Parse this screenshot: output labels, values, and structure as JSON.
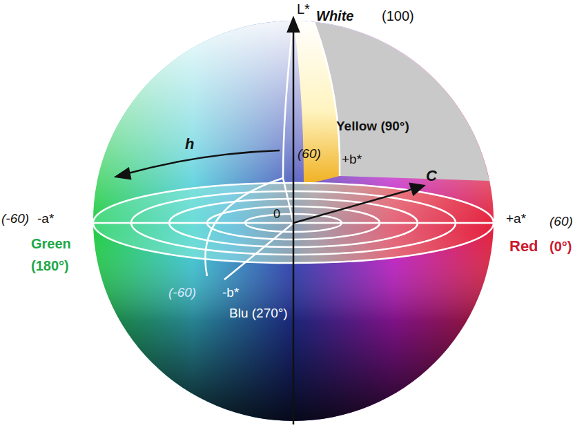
{
  "diagram": {
    "labels": [
      "L*",
      "White",
      "(100)",
      "h",
      "Yellow (90°)",
      "(60)",
      "+b*",
      "C",
      "(-60)",
      "-a*",
      "0",
      "+a*",
      "(60)",
      "Green",
      "(180°)",
      "Red",
      "(0°)",
      "(-60)",
      "-b*",
      "Blu (270°)"
    ]
  }
}
